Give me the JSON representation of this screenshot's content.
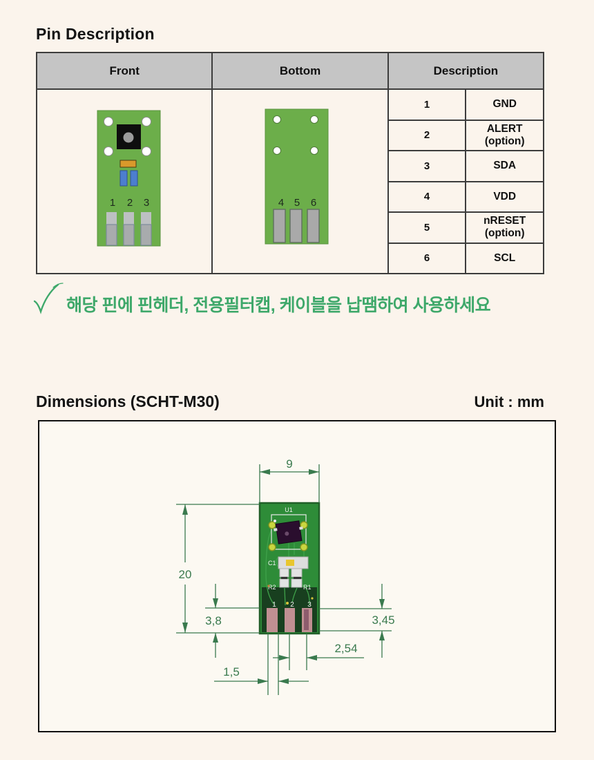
{
  "pin_section": {
    "title": "Pin Description",
    "col_front": "Front",
    "col_bottom": "Bottom",
    "col_desc": "Description",
    "rows": [
      {
        "pin": "1",
        "desc": "GND"
      },
      {
        "pin": "2",
        "desc": "ALERT (option)"
      },
      {
        "pin": "3",
        "desc": "SDA"
      },
      {
        "pin": "4",
        "desc": "VDD"
      },
      {
        "pin": "5",
        "desc": "nRESET (option)"
      },
      {
        "pin": "6",
        "desc": "SCL"
      }
    ],
    "front_pins": [
      "1",
      "2",
      "3"
    ],
    "bottom_pins": [
      "4",
      "5",
      "6"
    ]
  },
  "note": {
    "text": "해당 핀에 핀헤더, 전용필터캡, 케이블을 납땜하여 사용하세요",
    "color": "#3EA86A"
  },
  "dimensions": {
    "title": "Dimensions (SCHT-M30)",
    "unit": "Unit : mm",
    "labels": {
      "width": "9",
      "height": "20",
      "left": "3,8",
      "right": "3,45",
      "pitch": "2,54",
      "pad": "1,5"
    },
    "board": {
      "u1": "U1",
      "c1": "C1",
      "r2": "R2",
      "r1": "R1",
      "pin1": "1",
      "pin2": "2",
      "pin3": "3"
    },
    "colors": {
      "dimension_line": "#3A7A4E",
      "board_green": "#2E8C38"
    }
  }
}
